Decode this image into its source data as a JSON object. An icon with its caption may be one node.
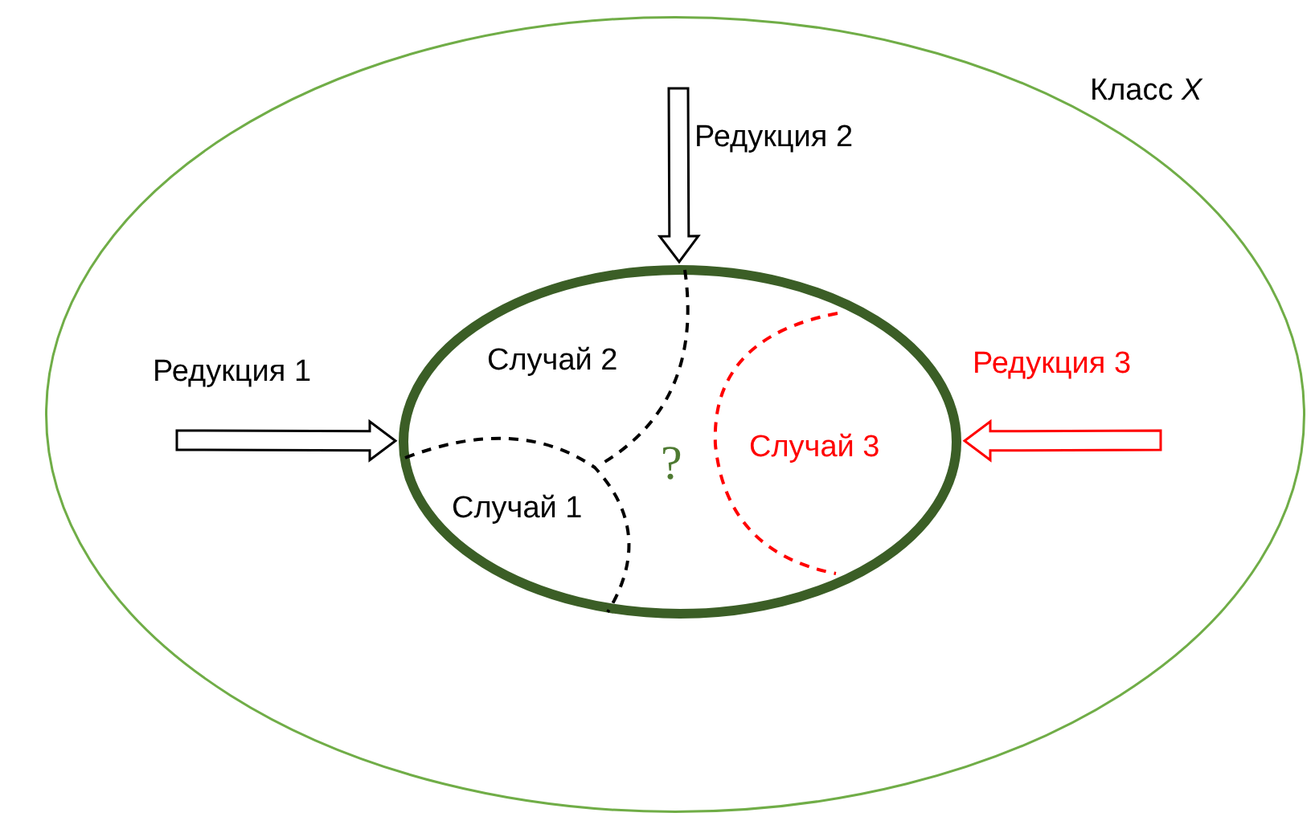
{
  "diagram": {
    "nodes": [
      {
        "text": [
          "Класс *X*"
        ]
      },
      {
        "text": [
          "?"
        ],
        "in": 0
      },
      {
        "text": [
          "Случай 2"
        ],
        "in": 1
      },
      {
        "text": [
          "Случай 3"
        ],
        "in": 1
      },
      {
        "text": [
          "Случай 1"
        ],
        "in": 1
      }
    ],
    "edges": [
      {
        "from": null,
        "to": 1,
        "arrow": "to",
        "label": "Редукция 2"
      },
      {
        "from": null,
        "to": 1,
        "arrow": "to",
        "label": "Редукция 1"
      },
      {
        "from": null,
        "to": 1,
        "arrow": "to",
        "label": "Редукция 3",
        "color": "#ff0000"
      }
    ]
  }
}
